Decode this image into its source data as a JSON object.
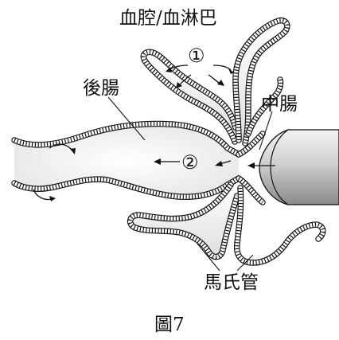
{
  "labels": {
    "hemocoel": "血腔/血淋巴",
    "marker_1": "①",
    "hindgut": "後腸",
    "midgut": "中腸",
    "marker_2": "②",
    "malpighian_tubules": "馬氏管",
    "caption": "圖7"
  }
}
